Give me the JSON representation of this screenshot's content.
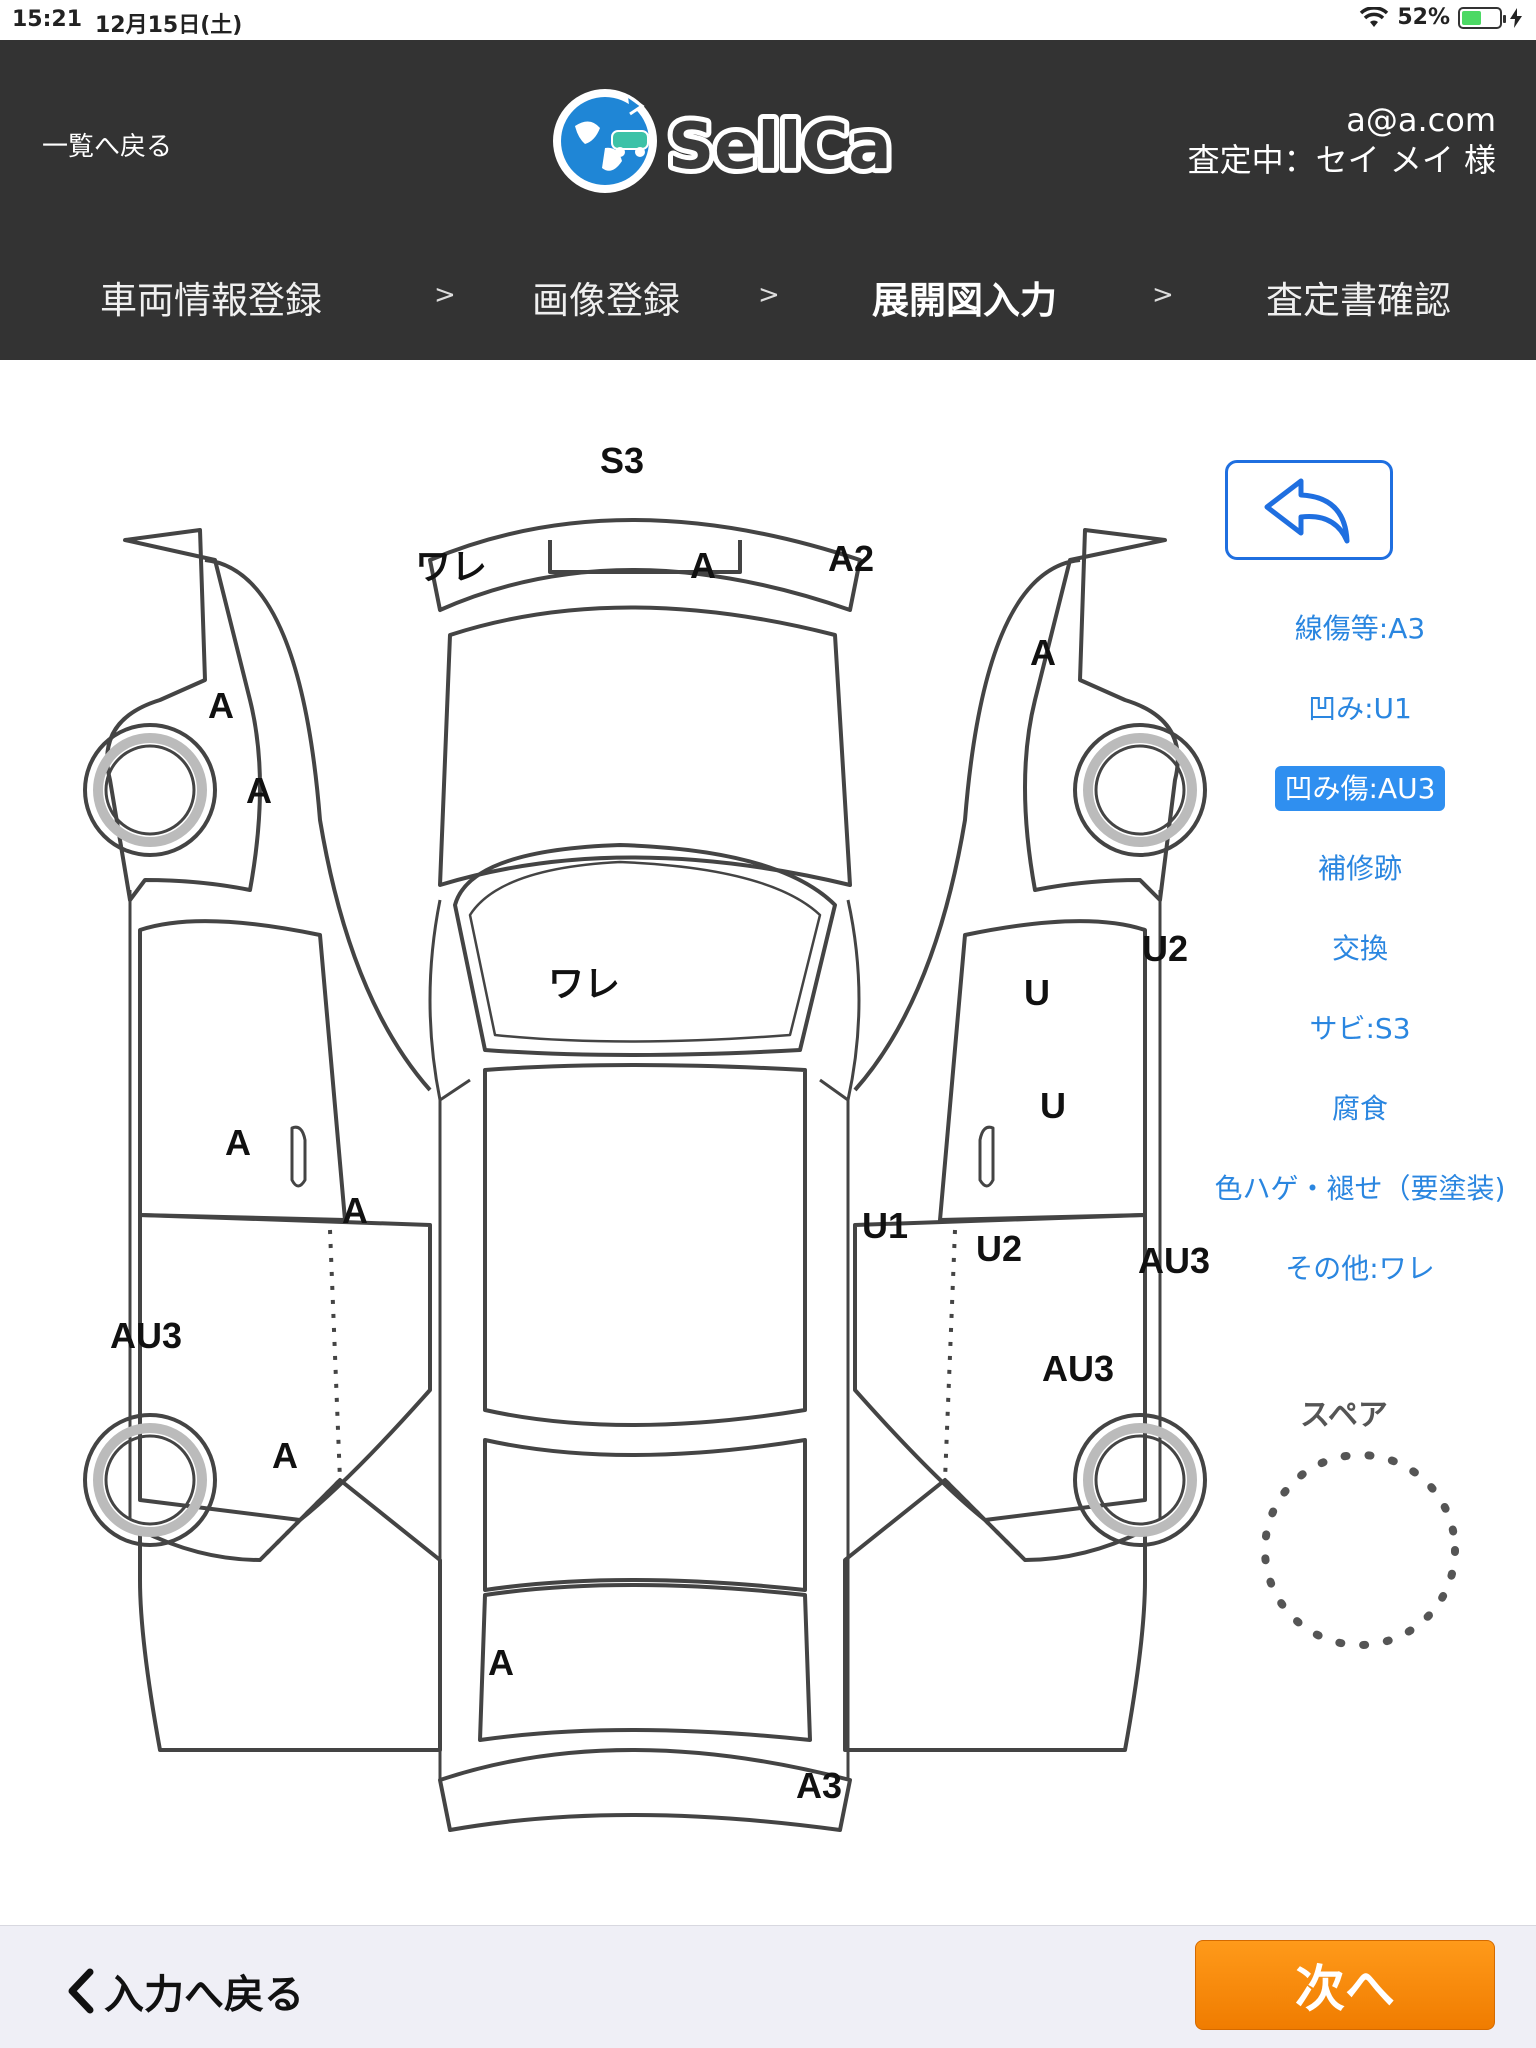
{
  "status_bar": {
    "time": "15:21",
    "date": "12月15日(土)",
    "battery": "52%",
    "battery_level": 0.52
  },
  "header": {
    "back_link": "一覧へ戻る",
    "logo_text": "SellCa",
    "user_email": "a@a.com",
    "appraisal_status": "査定中：セイ メイ 様",
    "steps": [
      {
        "label": "車両情報登録",
        "active": false
      },
      {
        "label": "画像登録",
        "active": false
      },
      {
        "label": "展開図入力",
        "active": true
      },
      {
        "label": "査定書確認",
        "active": false
      }
    ],
    "step_separator": ">"
  },
  "diagram": {
    "spare_label": "スペア",
    "marks": [
      "S3",
      "ワレ",
      "A",
      "A2",
      "A",
      "A",
      "A",
      "ワレ",
      "U2",
      "U",
      "U",
      "A",
      "A",
      "U1",
      "U2",
      "AU3",
      "AU3",
      "AU3",
      "A",
      "A",
      "A3"
    ]
  },
  "legend": [
    {
      "label": "線傷等:A3",
      "active": false
    },
    {
      "label": "凹み:U1",
      "active": false
    },
    {
      "label": "凹み傷:AU3",
      "active": true
    },
    {
      "label": "補修跡",
      "active": false
    },
    {
      "label": "交換",
      "active": false
    },
    {
      "label": "サビ:S3",
      "active": false
    },
    {
      "label": "腐食",
      "active": false
    },
    {
      "label": "色ハゲ・褪せ（要塗装)",
      "active": false
    },
    {
      "label": "その他:ワレ",
      "active": false
    }
  ],
  "footer": {
    "back_label": "入力へ戻る",
    "next_label": "次へ"
  },
  "colors": {
    "header_bg": "#333333",
    "accent_blue": "#2a86e0",
    "active_blue": "#2f8ff0",
    "next_orange": "#f58a0b",
    "footer_bg": "#efeff6"
  }
}
